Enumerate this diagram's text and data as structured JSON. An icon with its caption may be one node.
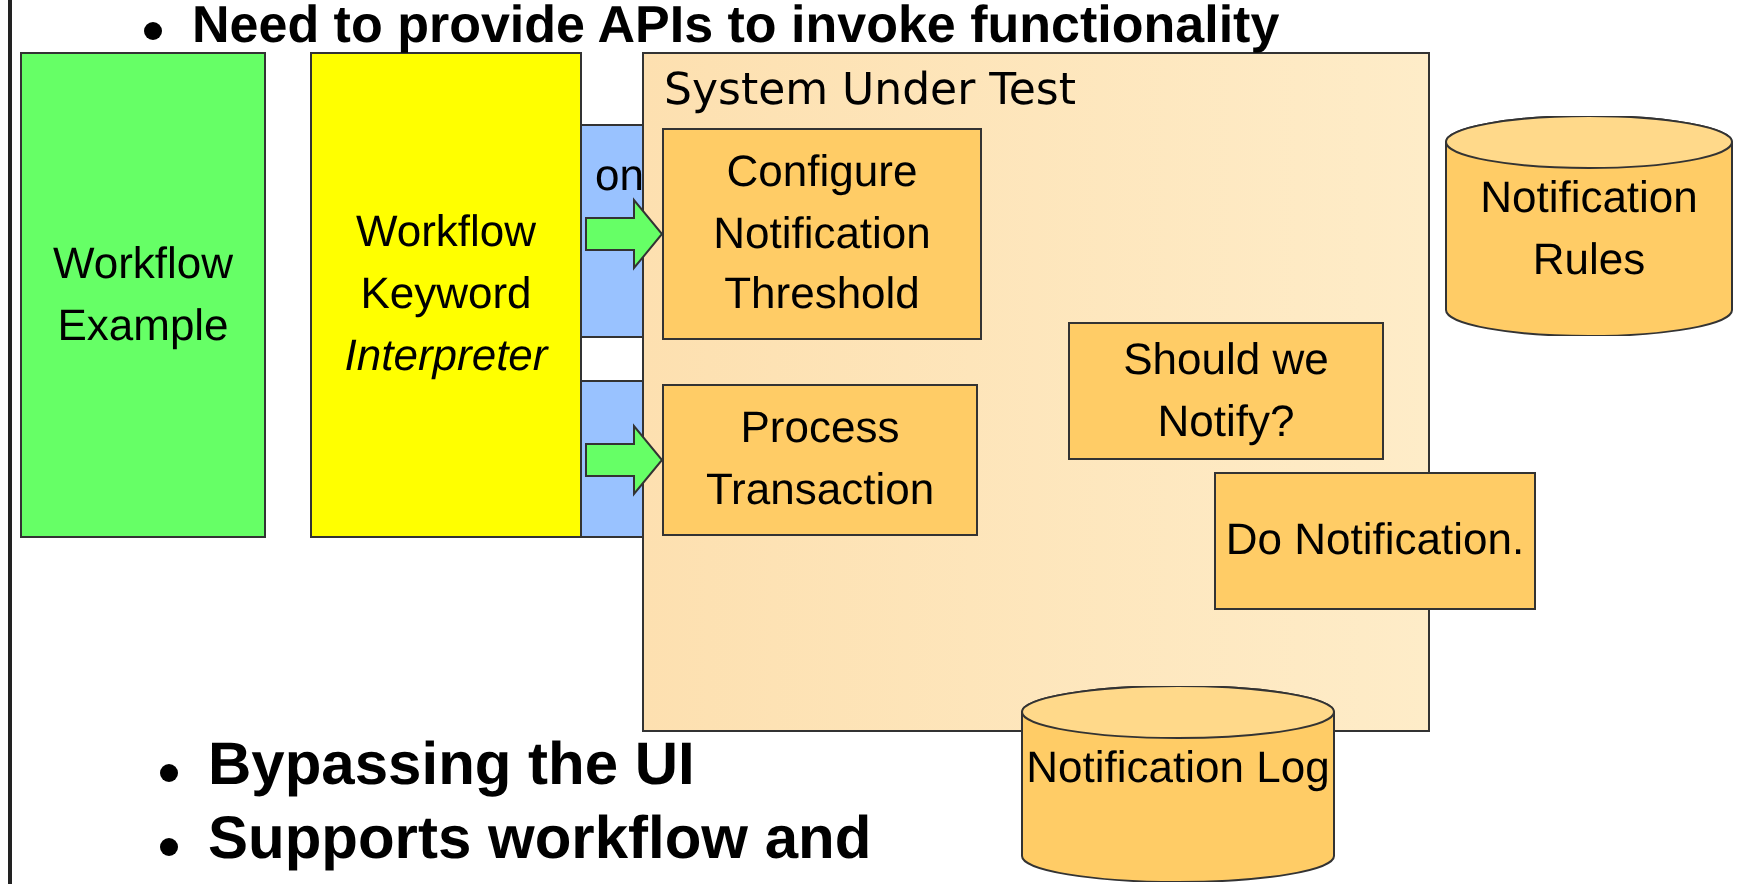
{
  "diagram": {
    "nodes": [
      {
        "text": [
          "Workflow Example"
        ]
      },
      {
        "text": [
          "Workflow Keyword *Interpreter*"
        ]
      },
      {
        "text": [
          "on"
        ]
      },
      {
        "text": [],
        "shape": "box"
      },
      {
        "text": [
          "System Under Test"
        ]
      },
      {
        "text": [
          "Configure Notification Threshold"
        ],
        "in": 4
      },
      {
        "text": [
          "Process Transaction"
        ],
        "in": 4
      },
      {
        "text": [
          "Should we Notify?"
        ],
        "in": 4
      },
      {
        "text": [
          "Do Notification."
        ]
      },
      {
        "text": [
          "Notification Rules"
        ]
      },
      {
        "text": [
          "Notification Log"
        ]
      }
    ],
    "edges": [
      {
        "from": 2,
        "to": 5,
        "arrow": "to"
      },
      {
        "from": 3,
        "to": 6,
        "arrow": "to"
      }
    ],
    "labels": [
      "Need to provide APIs to invoke functionality",
      "Bypassing the UI",
      "Supports workflow and"
    ]
  }
}
